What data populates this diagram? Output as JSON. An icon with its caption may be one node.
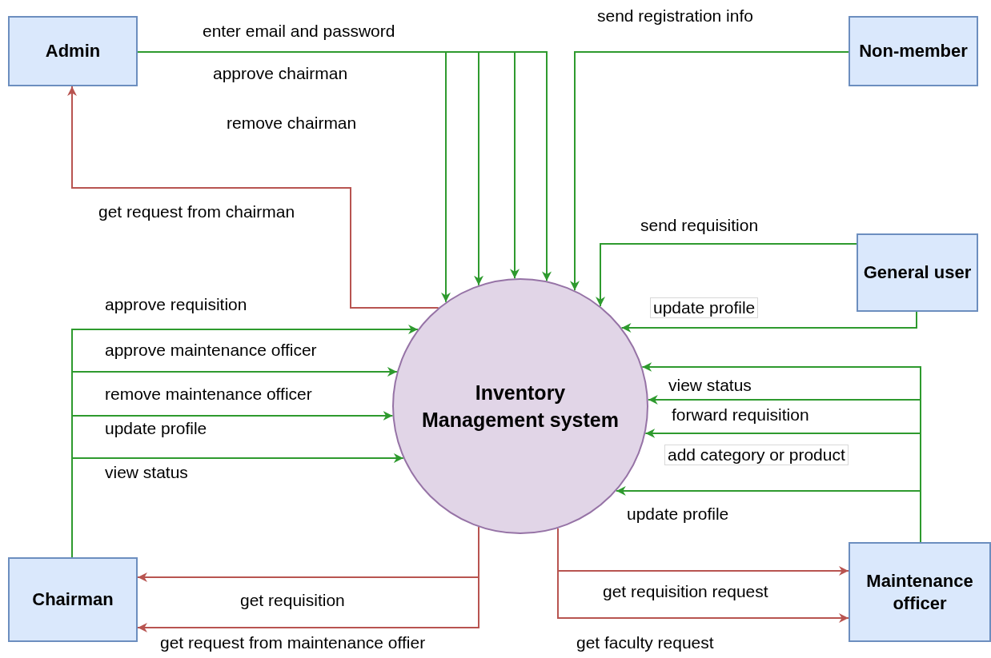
{
  "diagram": {
    "nodes": [
      {
        "text": [
          "Admin"
        ]
      },
      {
        "text": [
          "Non-member"
        ]
      },
      {
        "text": [
          "General user"
        ]
      },
      {
        "text": [
          "Inventory Management system"
        ]
      },
      {
        "text": [
          "Chairman"
        ]
      },
      {
        "text": [
          "Maintenance officer"
        ]
      }
    ],
    "edges": [
      {
        "from": 0,
        "to": 3,
        "arrow": "to",
        "label": "enter email and password"
      },
      {
        "from": 0,
        "to": 3,
        "arrow": "to",
        "label": "approve chairman"
      },
      {
        "from": 0,
        "to": 3,
        "arrow": "to",
        "label": "remove chairman"
      },
      {
        "from": 0,
        "to": 3,
        "arrow": "to"
      },
      {
        "from": 3,
        "to": 0,
        "arrow": "to",
        "label": "get request from chairman",
        "color": "#b85450"
      },
      {
        "from": 1,
        "to": 3,
        "arrow": "to",
        "label": "send registration info"
      },
      {
        "from": 2,
        "to": 3,
        "arrow": "to",
        "label": "send requisition"
      },
      {
        "from": 2,
        "to": 3,
        "arrow": "to",
        "label": "update profile"
      },
      {
        "from": 4,
        "to": 3,
        "arrow": "to",
        "label": "approve requisition"
      },
      {
        "from": 4,
        "to": 3,
        "arrow": "to",
        "label": "approve maintenance officer"
      },
      {
        "from": 4,
        "to": 3,
        "arrow": "to",
        "label": "remove maintenance officer"
      },
      {
        "from": 4,
        "to": 3,
        "arrow": "to",
        "label": "update profile"
      },
      {
        "from": 5,
        "to": 3,
        "arrow": "to",
        "label": "view status"
      },
      {
        "from": 5,
        "to": 3,
        "arrow": "to",
        "label": "forward requisition"
      },
      {
        "from": 5,
        "to": 3,
        "arrow": "to",
        "label": "add category or product"
      },
      {
        "from": 5,
        "to": 3,
        "arrow": "to",
        "label": "update profile"
      },
      {
        "from": 3,
        "to": 4,
        "arrow": "to",
        "label": "get requisition",
        "color": "#b85450"
      },
      {
        "from": 3,
        "to": 4,
        "arrow": "to",
        "label": "get request from maintenance offier",
        "color": "#b85450"
      },
      {
        "from": 3,
        "to": 5,
        "arrow": "to",
        "label": "get requisition request",
        "color": "#b85450"
      },
      {
        "from": 3,
        "to": 5,
        "arrow": "to",
        "label": "get faculty request",
        "color": "#b85450"
      }
    ],
    "labels": [
      "view status"
    ]
  }
}
